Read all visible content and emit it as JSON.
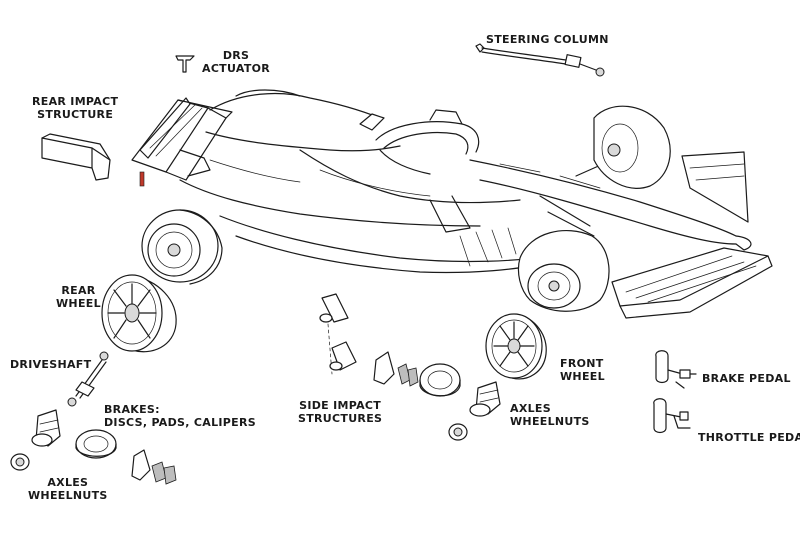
{
  "labels": {
    "drs_actuator": [
      "DRS",
      "ACTUATOR"
    ],
    "steering_column": "STEERING COLUMN",
    "rear_impact_structure": [
      "REAR IMPACT",
      "STRUCTURE"
    ],
    "rear_wheel": [
      "REAR",
      "WHEEL"
    ],
    "driveshaft": "DRIVESHAFT",
    "brakes": [
      "BRAKES:",
      "DISCS, PADS, CALIPERS"
    ],
    "axles_wheelnuts_rear": [
      "AXLES",
      "WHEELNUTS"
    ],
    "side_impact_structures": [
      "SIDE IMPACT",
      "STRUCTURES"
    ],
    "axles_wheelnuts_front": [
      "AXLES",
      "WHEELNUTS"
    ],
    "front_wheel": [
      "FRONT",
      "WHEEL"
    ],
    "brake_pedal": "BRAKE PEDAL",
    "throttle_pedal": "THROTTLE PEDAL"
  },
  "colors": {
    "line": "#1b1b1b",
    "rear_light": "#c0392b"
  }
}
